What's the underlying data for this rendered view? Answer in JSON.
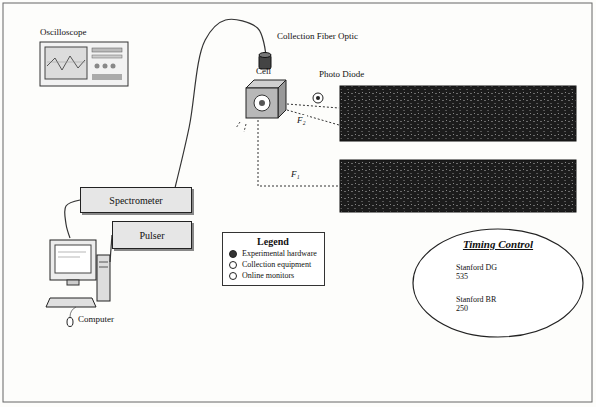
{
  "diagram": {
    "nodes": [
      {
        "text": [
          "Oscilloscope"
        ]
      },
      {
        "text": [
          "Collection Fiber Optic"
        ]
      },
      {
        "text": [
          "Cell"
        ]
      },
      {
        "text": [
          "Photo Diode"
        ]
      },
      {
        "text": [
          "Spectrometer"
        ]
      },
      {
        "text": [
          "Pulser"
        ]
      },
      {
        "text": [
          "Computer"
        ]
      },
      {
        "text": [
          "Legend"
        ]
      },
      {
        "text": [
          "Timing Control"
        ]
      },
      {
        "text": [
          "Stanford DG 535"
        ],
        "in": 8
      },
      {
        "text": [
          "Stanford BR 250"
        ],
        "in": 8
      }
    ],
    "edges": [
      {
        "from": 4,
        "to": 1,
        "arrow": "none"
      },
      {
        "from": 4,
        "to": 6,
        "arrow": "none"
      },
      {
        "from": 5,
        "to": 6,
        "arrow": "none"
      }
    ],
    "labels": [
      "F₂",
      "F₁"
    ],
    "legend": [
      {
        "text": "Experimental hardware",
        "color": "#333333"
      },
      {
        "text": "Collection equipment",
        "color": "#ffffff"
      },
      {
        "text": "Online monitors",
        "color": "#ffffff"
      }
    ]
  }
}
